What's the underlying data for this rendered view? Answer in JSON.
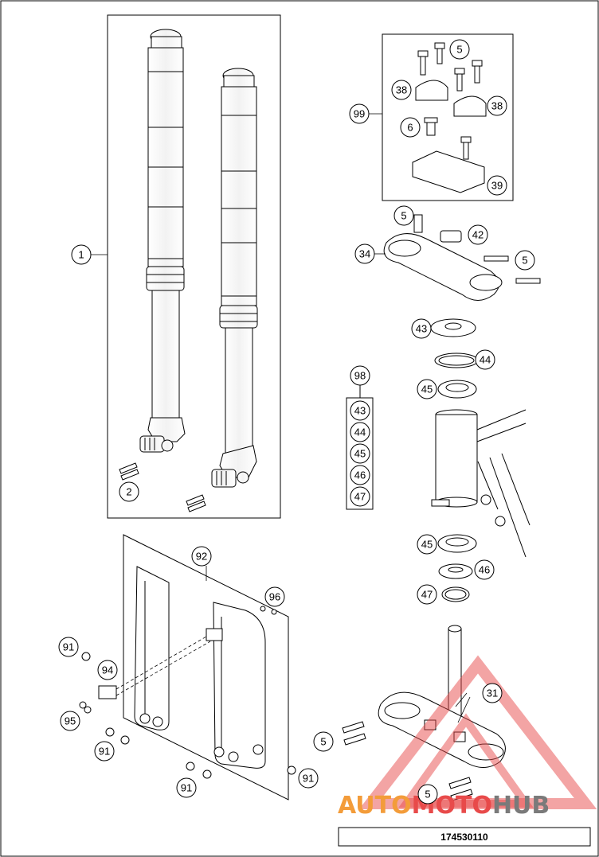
{
  "callouts": {
    "c1": "1",
    "c2": "2",
    "c5a": "5",
    "c38a": "38",
    "c38b": "38",
    "c99": "99",
    "c6": "6",
    "c39": "39",
    "c5b": "5",
    "c42": "42",
    "c34": "34",
    "c5c": "5",
    "c43": "43",
    "c44": "44",
    "c45a": "45",
    "c98": "98",
    "k43": "43",
    "k44": "44",
    "k45": "45",
    "k46": "46",
    "k47": "47",
    "c45b": "45",
    "c46": "46",
    "c47": "47",
    "c92": "92",
    "c96": "96",
    "c91a": "91",
    "c94": "94",
    "c95": "95",
    "c91b": "91",
    "c91c": "91",
    "c91d": "91",
    "c5d": "5",
    "c31": "31",
    "c5e": "5"
  },
  "part_number": "174530110",
  "watermark": {
    "word1": "AUTO",
    "word2": "MOTO",
    "word3": "HUB"
  },
  "colors": {
    "line": "#000000",
    "watermark_orange": "#f39c3a",
    "watermark_red": "#e84a4a",
    "watermark_gray": "#7a7a7a"
  }
}
